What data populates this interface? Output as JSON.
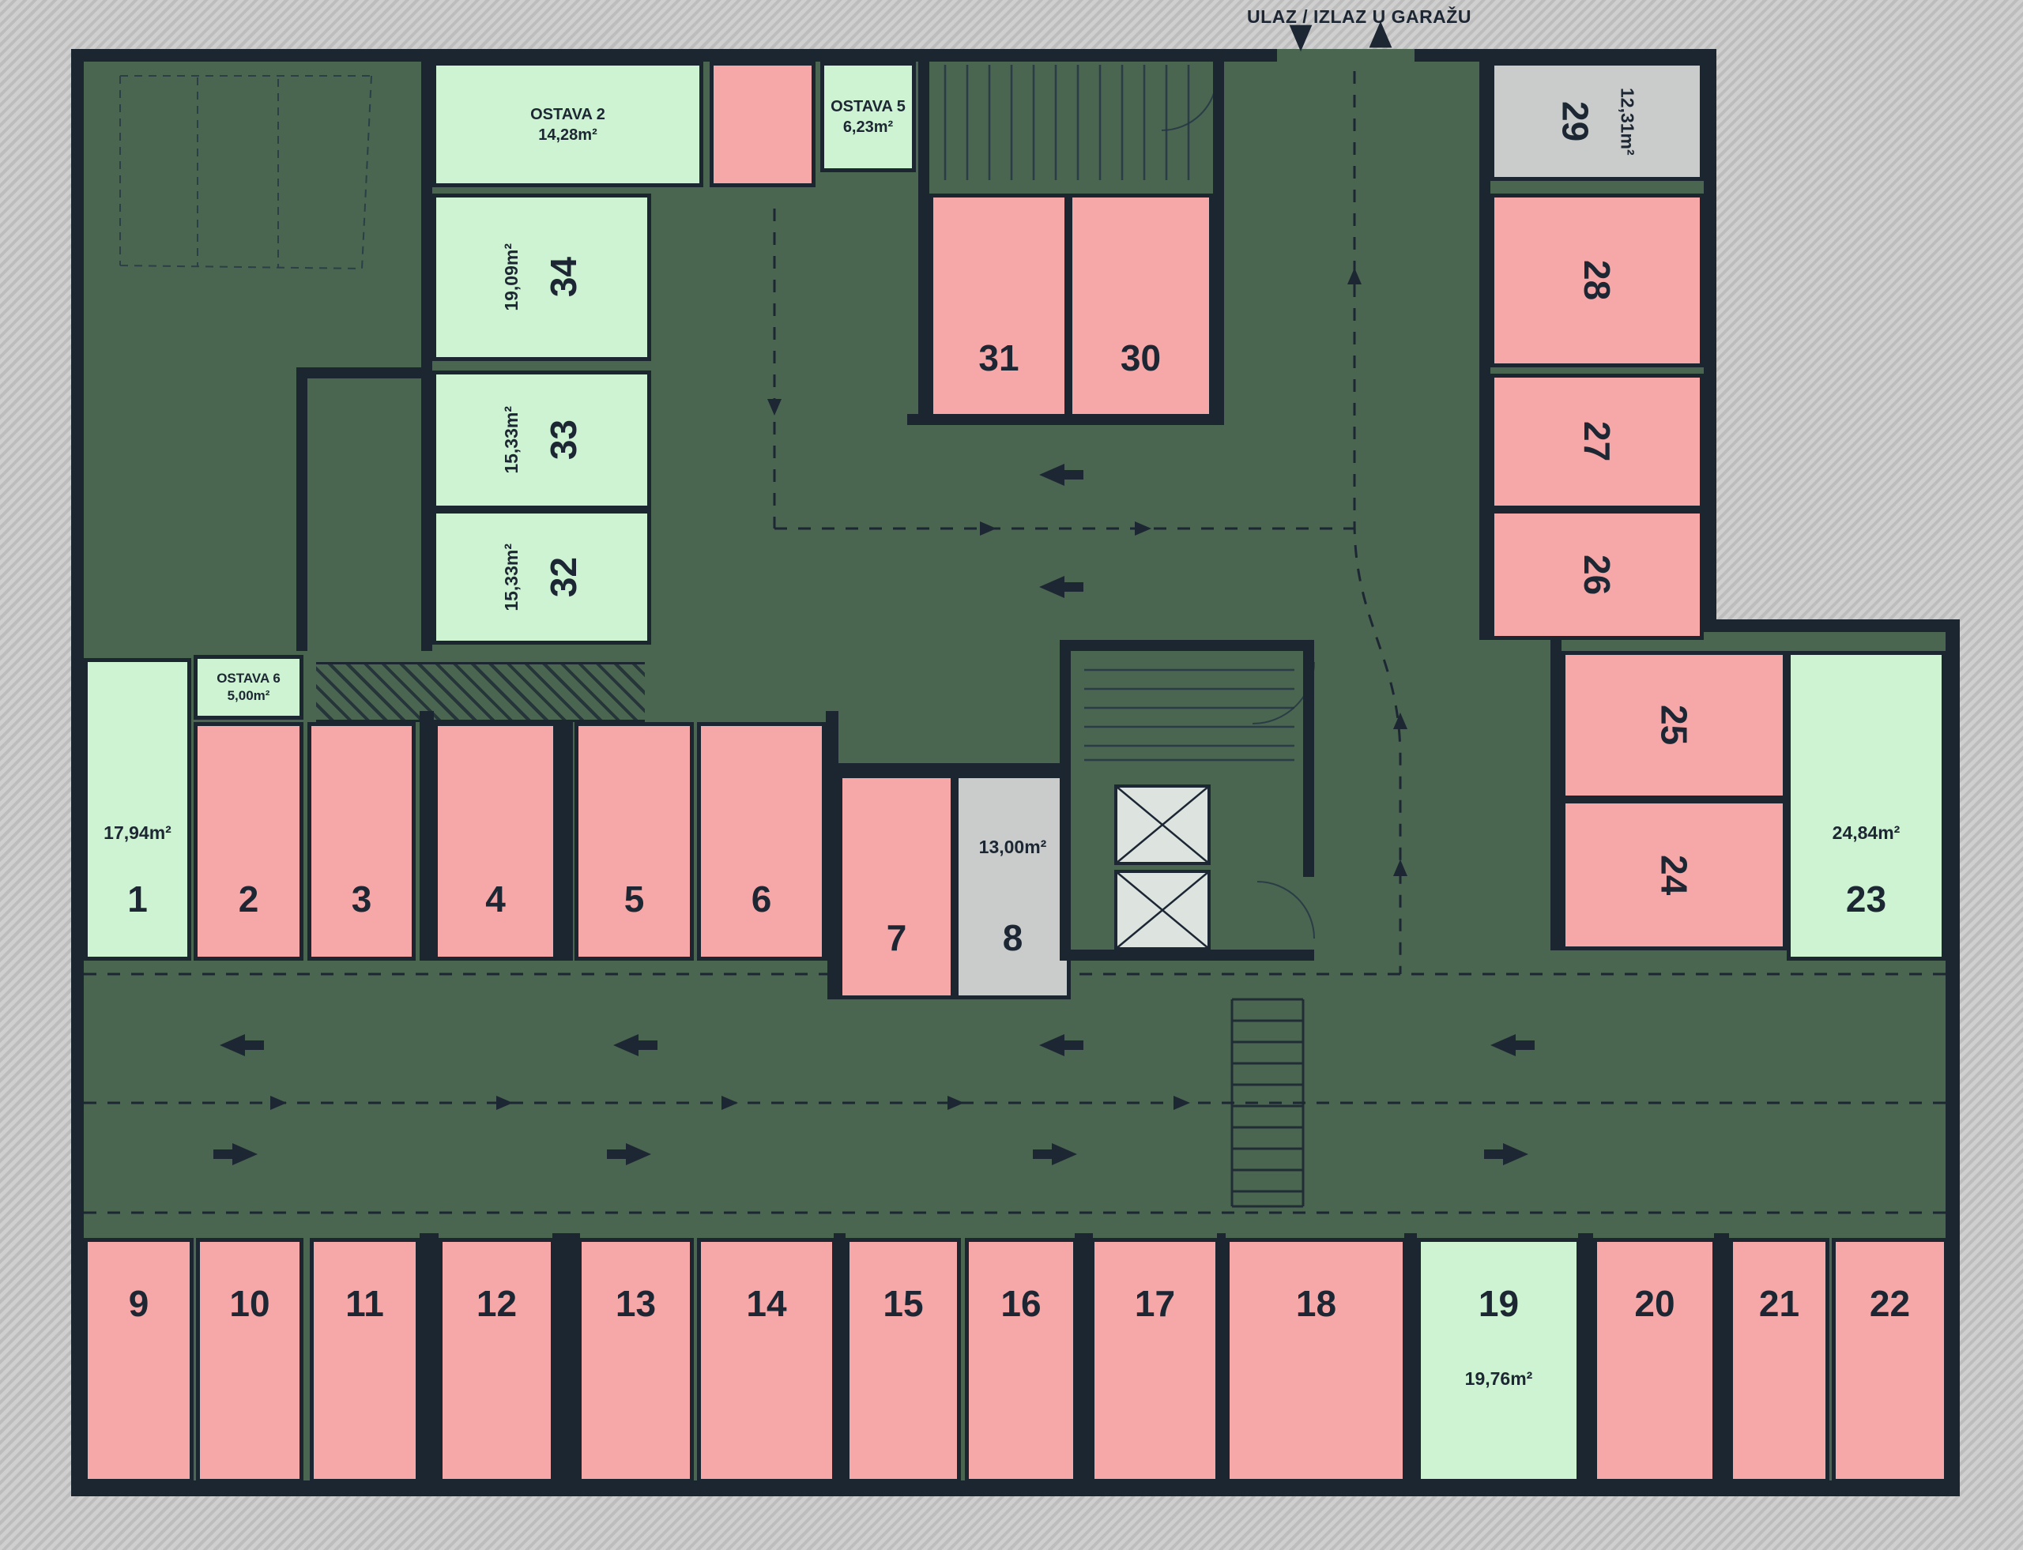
{
  "header": {
    "entrance_label": "ULAZ / IZLAZ U GARAŽU"
  },
  "colors": {
    "floor": "#4a6550",
    "wall": "#1c2630",
    "free": "#cdf3d2",
    "occupied": "#f6a7a7",
    "reserved": "#c9cccb",
    "background_hatch": "#c6c6c6",
    "marking": "#1d2733"
  },
  "storages": {
    "ostava2": {
      "name": "OSTAVA 2",
      "area": "14,28m²"
    },
    "ostava5": {
      "name": "OSTAVA 5",
      "area": "6,23m²"
    },
    "ostava6": {
      "name": "OSTAVA 6",
      "area": "5,00m²"
    }
  },
  "spaces": {
    "s1": {
      "number": "1",
      "area": "17,94m²",
      "status": "free"
    },
    "s2": {
      "number": "2",
      "status": "occupied"
    },
    "s3": {
      "number": "3",
      "status": "occupied"
    },
    "s4": {
      "number": "4",
      "status": "occupied"
    },
    "s5": {
      "number": "5",
      "status": "occupied"
    },
    "s6": {
      "number": "6",
      "status": "occupied"
    },
    "s7": {
      "number": "7",
      "status": "occupied"
    },
    "s8": {
      "number": "8",
      "area": "13,00m²",
      "status": "reserved"
    },
    "s9": {
      "number": "9",
      "status": "occupied"
    },
    "s10": {
      "number": "10",
      "status": "occupied"
    },
    "s11": {
      "number": "11",
      "status": "occupied"
    },
    "s12": {
      "number": "12",
      "status": "occupied"
    },
    "s13": {
      "number": "13",
      "status": "occupied"
    },
    "s14": {
      "number": "14",
      "status": "occupied"
    },
    "s15": {
      "number": "15",
      "status": "occupied"
    },
    "s16": {
      "number": "16",
      "status": "occupied"
    },
    "s17": {
      "number": "17",
      "status": "occupied"
    },
    "s18": {
      "number": "18",
      "status": "occupied"
    },
    "s19": {
      "number": "19",
      "area": "19,76m²",
      "status": "free"
    },
    "s20": {
      "number": "20",
      "status": "occupied"
    },
    "s21": {
      "number": "21",
      "status": "occupied"
    },
    "s22": {
      "number": "22",
      "status": "occupied"
    },
    "s23": {
      "number": "23",
      "area": "24,84m²",
      "status": "free"
    },
    "s24": {
      "number": "24",
      "status": "occupied"
    },
    "s25": {
      "number": "25",
      "status": "occupied"
    },
    "s26": {
      "number": "26",
      "status": "occupied"
    },
    "s27": {
      "number": "27",
      "status": "occupied"
    },
    "s28": {
      "number": "28",
      "status": "occupied"
    },
    "s29": {
      "number": "29",
      "area": "12,31m²",
      "status": "reserved"
    },
    "s30": {
      "number": "30",
      "status": "occupied"
    },
    "s31": {
      "number": "31",
      "status": "occupied"
    },
    "s32": {
      "number": "32",
      "area": "15,33m²",
      "status": "free"
    },
    "s33": {
      "number": "33",
      "area": "15,33m²",
      "status": "free"
    },
    "s34": {
      "number": "34",
      "area": "19,09m²",
      "status": "free"
    }
  }
}
